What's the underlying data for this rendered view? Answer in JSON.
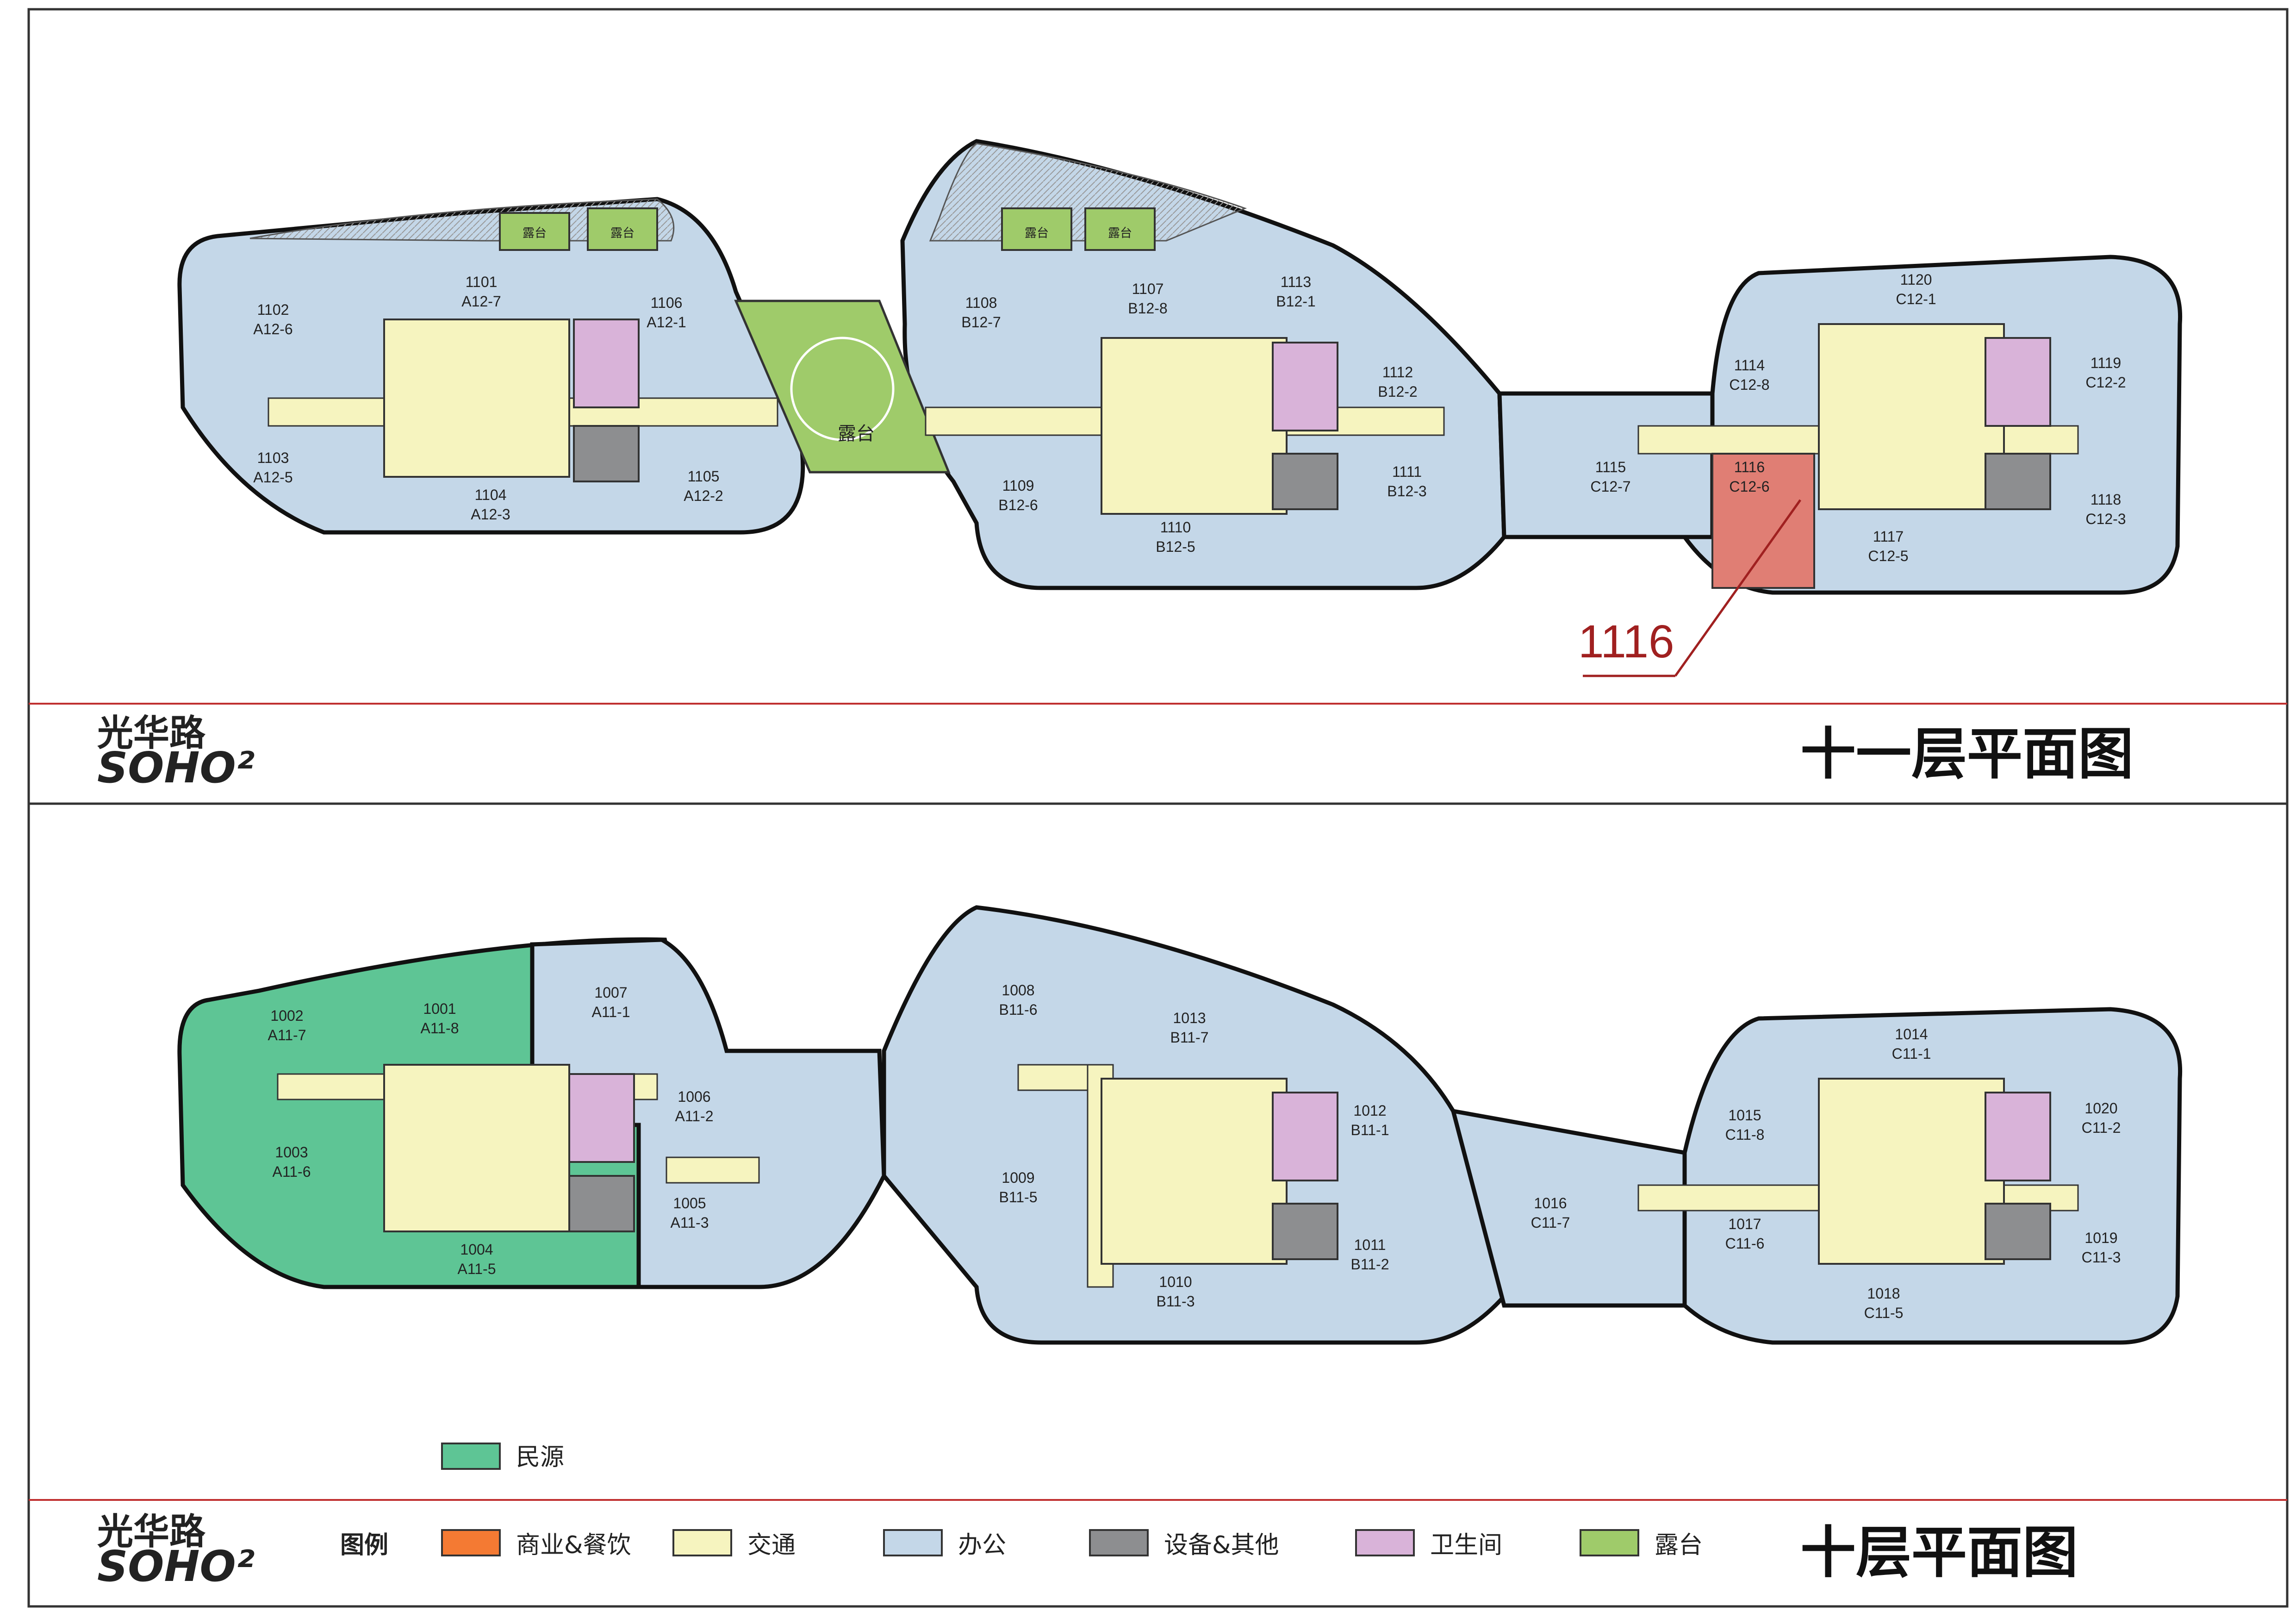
{
  "colors": {
    "commercial": "#f47a33",
    "circulation": "#f6f4bf",
    "office": "#c4d7e8",
    "equipment": "#8d8e90",
    "restroom": "#d9b3d9",
    "terrace": "#9fcb6a",
    "minyuan": "#5ec595",
    "highlight": "#e07e74",
    "divider": "#c03030"
  },
  "logo": {
    "line1": "光华路",
    "line2": "SOHO²"
  },
  "floor11": {
    "title": "十一层平面图",
    "callout": "1116",
    "terrace_label": "露台",
    "units": [
      {
        "id": "1101",
        "code": "A12-7"
      },
      {
        "id": "1102",
        "code": "A12-6"
      },
      {
        "id": "1103",
        "code": "A12-5"
      },
      {
        "id": "1104",
        "code": "A12-3"
      },
      {
        "id": "1105",
        "code": "A12-2"
      },
      {
        "id": "1106",
        "code": "A12-1"
      },
      {
        "id": "1107",
        "code": "B12-8"
      },
      {
        "id": "1108",
        "code": "B12-7"
      },
      {
        "id": "1109",
        "code": "B12-6"
      },
      {
        "id": "1110",
        "code": "B12-5"
      },
      {
        "id": "1111",
        "code": "B12-3"
      },
      {
        "id": "1112",
        "code": "B12-2"
      },
      {
        "id": "1113",
        "code": "B12-1"
      },
      {
        "id": "1114",
        "code": "C12-8"
      },
      {
        "id": "1115",
        "code": "C12-7"
      },
      {
        "id": "1116",
        "code": "C12-6"
      },
      {
        "id": "1117",
        "code": "C12-5"
      },
      {
        "id": "1118",
        "code": "C12-3"
      },
      {
        "id": "1119",
        "code": "C12-2"
      },
      {
        "id": "1120",
        "code": "C12-1"
      }
    ]
  },
  "floor10": {
    "title": "十层平面图",
    "units": [
      {
        "id": "1001",
        "code": "A11-8"
      },
      {
        "id": "1002",
        "code": "A11-7"
      },
      {
        "id": "1003",
        "code": "A11-6"
      },
      {
        "id": "1004",
        "code": "A11-5"
      },
      {
        "id": "1005",
        "code": "A11-3"
      },
      {
        "id": "1006",
        "code": "A11-2"
      },
      {
        "id": "1007",
        "code": "A11-1"
      },
      {
        "id": "1008",
        "code": "B11-6"
      },
      {
        "id": "1009",
        "code": "B11-5"
      },
      {
        "id": "1010",
        "code": "B11-3"
      },
      {
        "id": "1011",
        "code": "B11-2"
      },
      {
        "id": "1012",
        "code": "B11-1"
      },
      {
        "id": "1013",
        "code": "B11-7"
      },
      {
        "id": "1014",
        "code": "C11-1"
      },
      {
        "id": "1015",
        "code": "C11-8"
      },
      {
        "id": "1016",
        "code": "C11-7"
      },
      {
        "id": "1017",
        "code": "C11-6"
      },
      {
        "id": "1018",
        "code": "C11-5"
      },
      {
        "id": "1019",
        "code": "C11-3"
      },
      {
        "id": "1020",
        "code": "C11-2"
      }
    ]
  },
  "minyuan_label": "民源",
  "legend": {
    "title": "图例",
    "items": [
      {
        "label": "商业&餐饮",
        "color_key": "commercial"
      },
      {
        "label": "交通",
        "color_key": "circulation"
      },
      {
        "label": "办公",
        "color_key": "office"
      },
      {
        "label": "设备&其他",
        "color_key": "equipment"
      },
      {
        "label": "卫生间",
        "color_key": "restroom"
      },
      {
        "label": "露台",
        "color_key": "terrace"
      }
    ]
  }
}
